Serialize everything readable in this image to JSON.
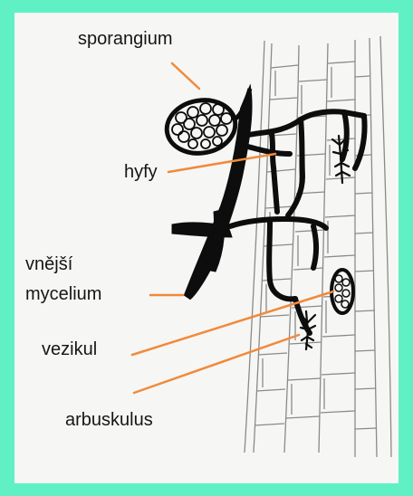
{
  "labels": {
    "sporangium": "sporangium",
    "hyphae": "hyfy",
    "external_mycelium_line1": "vnější",
    "external_mycelium_line2": "mycelium",
    "vesicle": "vezikul",
    "arbuscule": "arbuskulus"
  },
  "colors": {
    "background": "#5ff0c4",
    "paper": "#f6f6f4",
    "leader_lines": "#f08a3c",
    "fungus": "#0d0d0d",
    "cells": "#8a8a8a"
  }
}
